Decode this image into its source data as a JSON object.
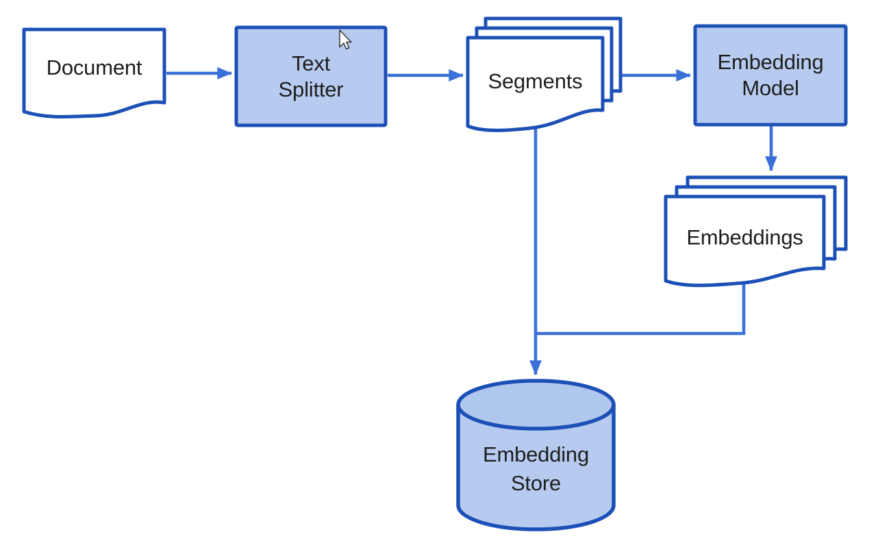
{
  "diagram": {
    "nodes": {
      "document": {
        "label": "Document",
        "shape": "document"
      },
      "text_splitter": {
        "line1": "Text",
        "line2": "Splitter",
        "shape": "process"
      },
      "segments": {
        "label": "Segments",
        "shape": "multi-document"
      },
      "embedding_model": {
        "line1": "Embedding",
        "line2": "Model",
        "shape": "process"
      },
      "embeddings": {
        "label": "Embeddings",
        "shape": "multi-document"
      },
      "embedding_store": {
        "line1": "Embedding",
        "line2": "Store",
        "shape": "database-cylinder"
      }
    },
    "edges": [
      {
        "from": "document",
        "to": "text_splitter"
      },
      {
        "from": "text_splitter",
        "to": "segments"
      },
      {
        "from": "segments",
        "to": "embedding_model"
      },
      {
        "from": "embedding_model",
        "to": "embeddings"
      },
      {
        "from": "segments",
        "to": "embedding_store"
      },
      {
        "from": "embeddings",
        "to": "embedding_store"
      }
    ],
    "colors": {
      "shape_border": "#1c50b6",
      "connector": "#3b70d8",
      "process_fill": "#b7cbf0",
      "cylinder_top_fill": "#b0c7ee",
      "document_fill": "#ffffff",
      "text": "#1e1e1e",
      "background": "#ffffff"
    }
  }
}
